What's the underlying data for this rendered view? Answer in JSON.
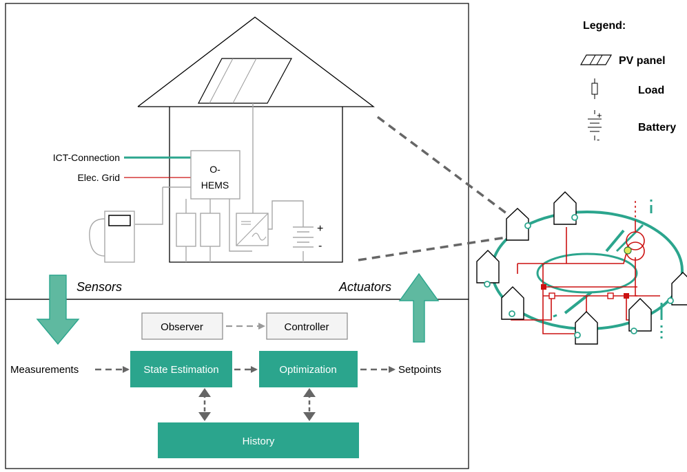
{
  "legend": {
    "title": "Legend:",
    "pv_label": "PV panel",
    "load_label": "Load",
    "battery_label": "Battery"
  },
  "house": {
    "ict_label": "ICT-Connection",
    "grid_label": "Elec. Grid",
    "ohems_line1": "O-",
    "ohems_line2": "HEMS",
    "battery_plus": "+",
    "battery_minus": "-"
  },
  "flow": {
    "sensors_label": "Sensors",
    "actuators_label": "Actuators",
    "observer_label": "Observer",
    "controller_label": "Controller",
    "measurements_label": "Measurements",
    "state_estimation_label": "State Estimation",
    "optimization_label": "Optimization",
    "setpoints_label": "Setpoints",
    "history_label": "History"
  },
  "colors": {
    "teal": "#2ba58d",
    "teal_fill": "#5fb9a0",
    "red": "#cc1111",
    "gray": "#a7a7a7",
    "dark_gray": "#666666"
  }
}
